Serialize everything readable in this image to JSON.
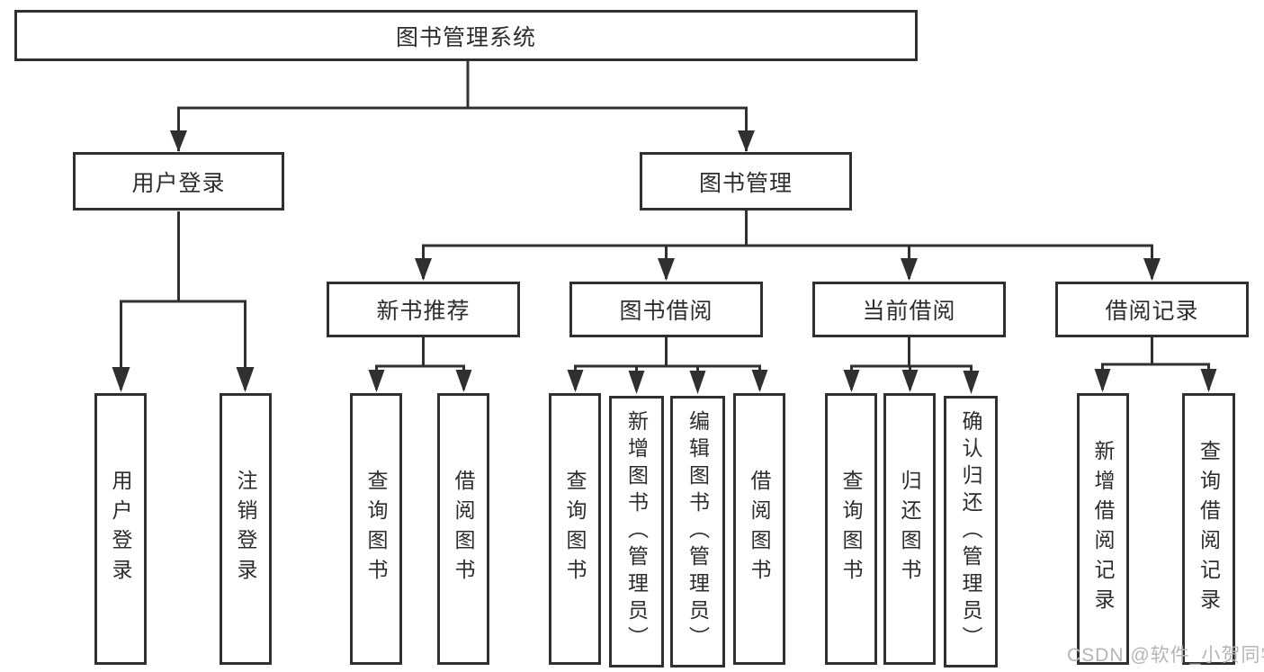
{
  "tree": {
    "root": "图书管理系统",
    "user_login": {
      "label": "用户登录",
      "children": [
        "用户登录",
        "注销登录"
      ]
    },
    "book_management": {
      "label": "图书管理",
      "groups": [
        {
          "label": "新书推荐",
          "children": [
            "查询图书",
            "借阅图书"
          ]
        },
        {
          "label": "图书借阅",
          "children": [
            "查询图书",
            "新增图书（管理员）",
            "编辑图书（管理员）",
            "借阅图书"
          ]
        },
        {
          "label": "当前借阅",
          "children": [
            "查询图书",
            "归还图书",
            "确认归还（管理员）"
          ]
        },
        {
          "label": "借阅记录",
          "children": [
            "新增借阅记录",
            "查询借阅记录"
          ]
        }
      ]
    }
  },
  "watermark": "CSDN @软件_小贺同学",
  "colors": {
    "line": "#303030",
    "text": "#2d2d2d",
    "background": "#ffffff",
    "watermark": "#b5b5b5"
  }
}
